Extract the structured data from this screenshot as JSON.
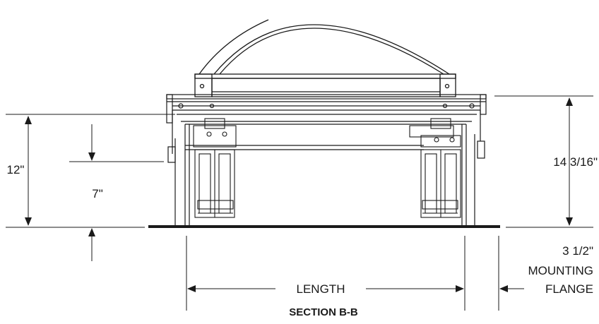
{
  "drawing": {
    "title": "SECTION B-B",
    "dimensions": {
      "overall_left": "12\"",
      "curb_height": "7\"",
      "overall_right": "14 3/16\"",
      "flange_size": "3 1/2\"",
      "flange_line1": "MOUNTING",
      "flange_line2": "FLANGE",
      "length": "LENGTH"
    }
  },
  "colors": {
    "line": "#1a1a1a",
    "background": "#ffffff"
  }
}
